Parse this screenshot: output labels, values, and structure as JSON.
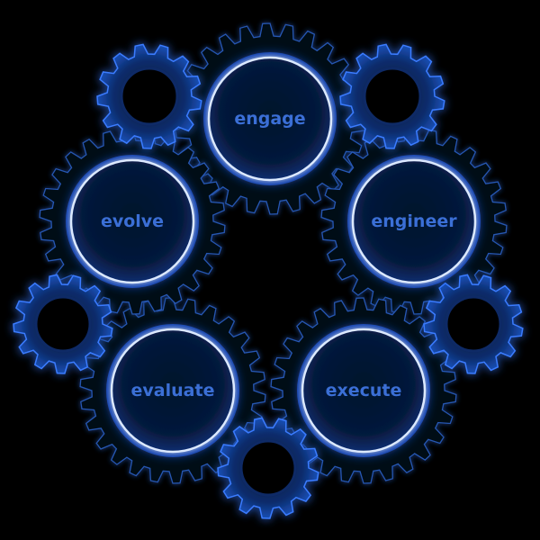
{
  "colors": {
    "background": "#000000",
    "gear_outline": "#2b63c9",
    "gear_glow": "#1f5fff",
    "ring": "#dce9ff",
    "label": "#3b6fd6"
  },
  "stages": [
    {
      "id": "engage",
      "label": "engage"
    },
    {
      "id": "engineer",
      "label": "engineer"
    },
    {
      "id": "execute",
      "label": "execute"
    },
    {
      "id": "evaluate",
      "label": "evaluate"
    },
    {
      "id": "evolve",
      "label": "evolve"
    }
  ]
}
